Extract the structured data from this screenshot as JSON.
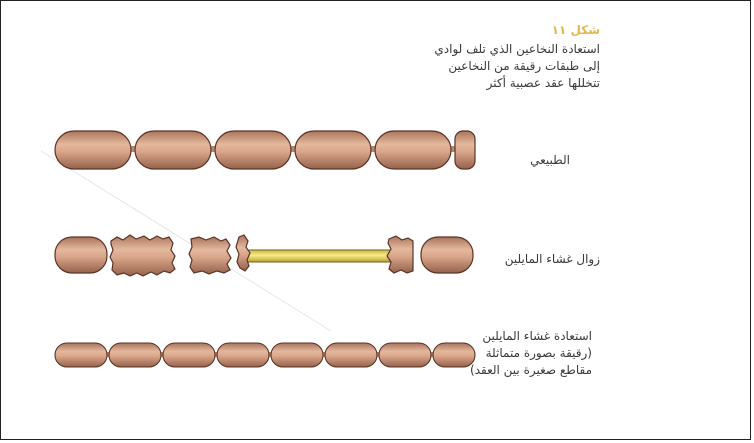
{
  "figure": {
    "label": "شكل ١١",
    "caption_lines": [
      "استعادة النخاعين الذي تلف لوادي",
      "إلى طبقات رقيقة من النخاعين",
      "تتخللها عقد عصبية أكثر"
    ]
  },
  "rows": [
    {
      "id": "normal",
      "label_lines": [
        "الطبيعي"
      ]
    },
    {
      "id": "demyelination",
      "label_lines": [
        "زوال غشاء المايلين"
      ]
    },
    {
      "id": "remyelination",
      "label_lines": [
        "استعادة غشاء المايلين",
        "(رقيقة بصورة متماثلة",
        "مقاطع صغيرة بين العقد)"
      ]
    }
  ],
  "colors": {
    "myelin": "#cf9d82",
    "myelin_edge": "#5a3426",
    "axon": "#e8d55a",
    "figure_label": "#e3b94a"
  }
}
